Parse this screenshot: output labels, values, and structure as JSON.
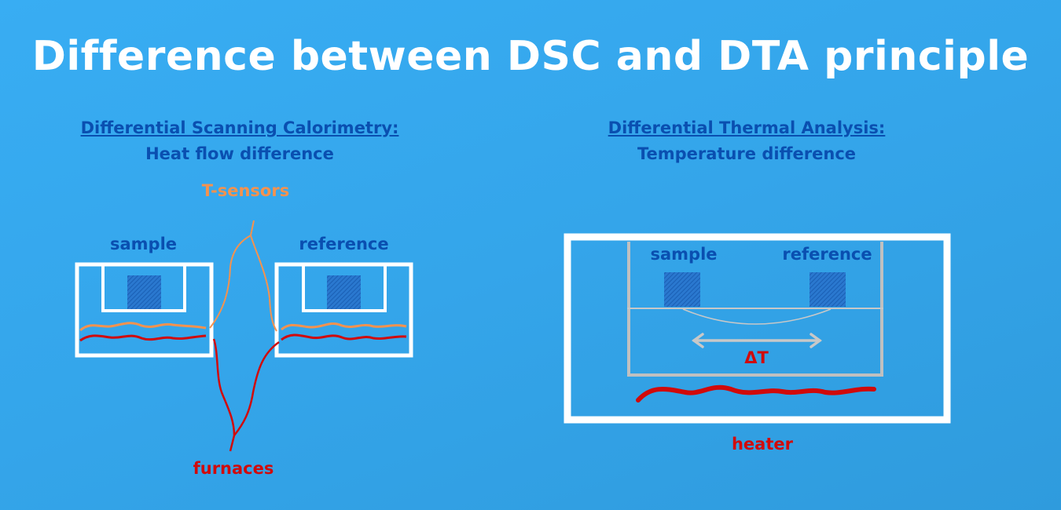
{
  "title": "Difference between DSC and DTA principle",
  "dsc": {
    "heading": "Differential Scanning Calorimetry:",
    "subheading": "Heat flow difference",
    "sensor_label": "T-sensors",
    "sample_label": "sample",
    "reference_label": "reference",
    "furnace_label": "furnaces"
  },
  "dta": {
    "heading": "Differential Thermal Analysis:",
    "subheading": "Temperature difference",
    "sample_label": "sample",
    "reference_label": "reference",
    "delta_label": "ΔT",
    "heater_label": "heater"
  },
  "colors": {
    "background": "#34a5ea",
    "title": "#ffffff",
    "text_blue": "#0a4fb0",
    "sensor_orange": "#f5924e",
    "furnace_red": "#d10a0a",
    "frame_white": "#ffffff",
    "frame_gray": "#c0c0c0",
    "sample_fill": "#1f6fc8"
  }
}
